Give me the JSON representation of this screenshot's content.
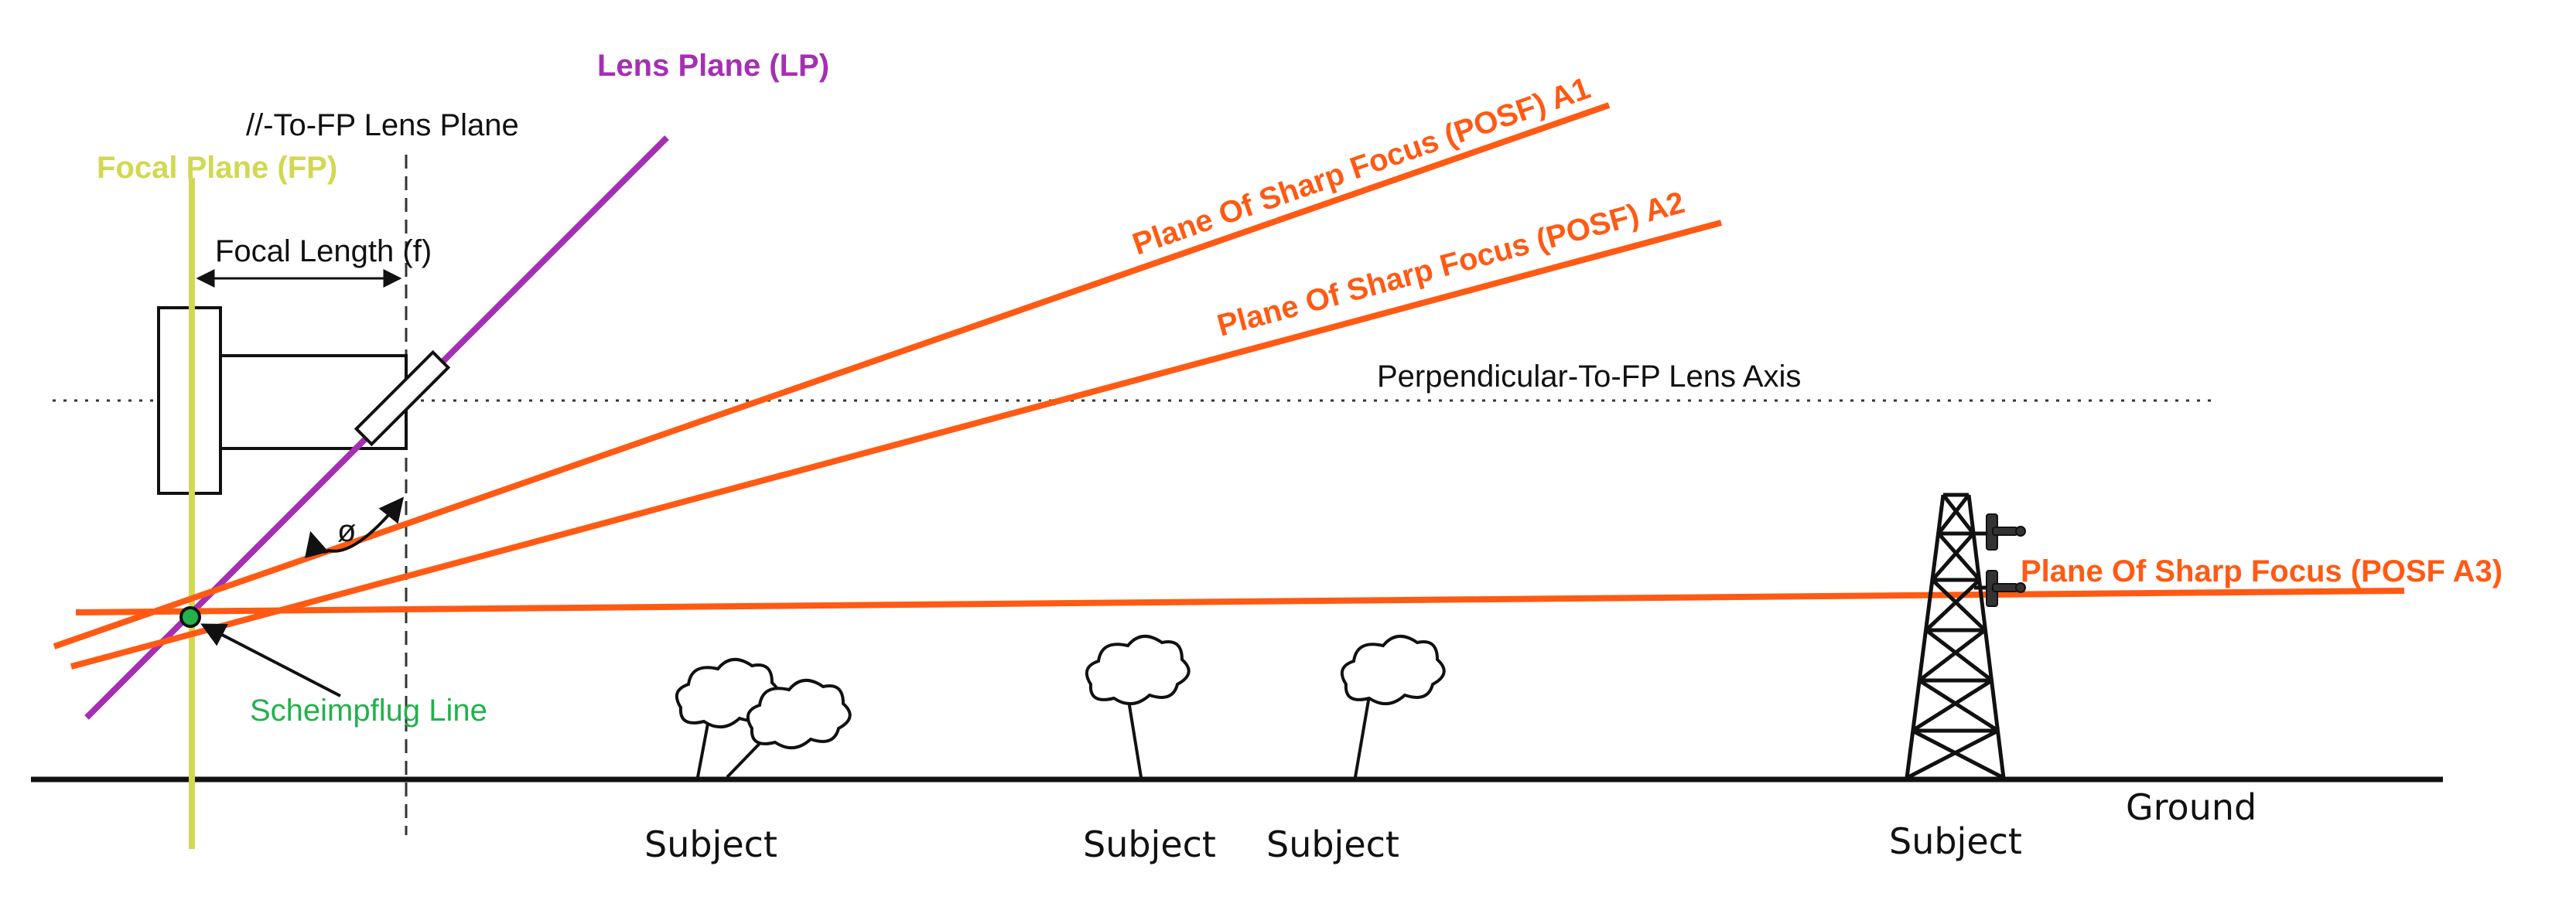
{
  "labels": {
    "lens_plane": "Lens Plane (LP)",
    "parallel_lens_plane": "//-To-FP Lens Plane",
    "focal_plane": "Focal Plane (FP)",
    "focal_length": "Focal Length (f)",
    "posf_a1": "Plane Of Sharp Focus (POSF) A1",
    "posf_a2": "Plane Of Sharp Focus (POSF) A2",
    "posf_a3": "Plane Of Sharp Focus (POSF A3)",
    "lens_axis": "Perpendicular-To-FP Lens Axis",
    "angle": "ø",
    "scheimpflug": "Scheimpflug Line",
    "ground": "Ground",
    "subject_1": "Subject",
    "subject_2": "Subject",
    "subject_3": "Subject",
    "subject_4": "Subject"
  },
  "colors": {
    "posf": "#ff5a14",
    "lens_plane": "#a52fb3",
    "focal_plane": "#d2d851",
    "scheimpflug": "#22b14c",
    "ink": "#111111"
  }
}
